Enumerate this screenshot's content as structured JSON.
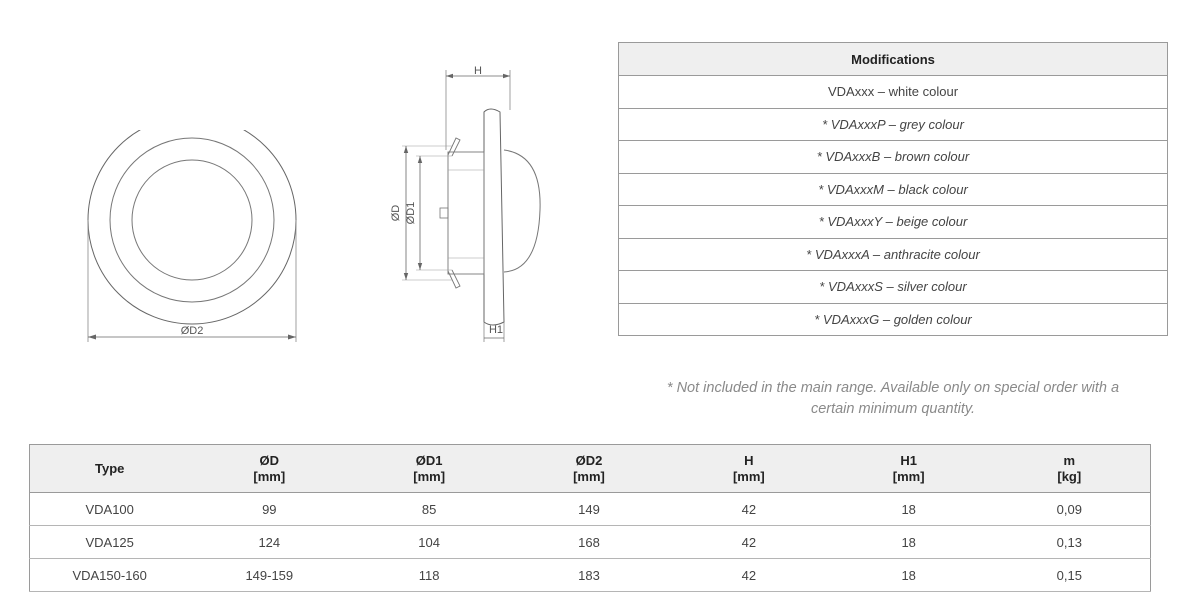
{
  "drawing_labels": {
    "d2": "ØD2",
    "d": "ØD",
    "d1": "ØD1",
    "h": "H",
    "h1": "H1"
  },
  "modifications": {
    "header": "Modifications",
    "rows": [
      {
        "text": "VDAxxx – white colour",
        "optional": false
      },
      {
        "text": "* VDAxxxP – grey colour",
        "optional": true
      },
      {
        "text": "* VDAxxxB – brown colour",
        "optional": true
      },
      {
        "text": "* VDAxxxM – black colour",
        "optional": true
      },
      {
        "text": "* VDAxxxY – beige colour",
        "optional": true
      },
      {
        "text": "* VDAxxxA – anthracite colour",
        "optional": true
      },
      {
        "text": "* VDAxxxS – silver colour",
        "optional": true
      },
      {
        "text": "* VDAxxxG – golden colour",
        "optional": true
      }
    ]
  },
  "footnote": {
    "line1": "* Not included in the main range. Available only on special order with a",
    "line2": "certain minimum quantity."
  },
  "spec_table": {
    "headers": [
      {
        "name": "Type",
        "unit": ""
      },
      {
        "name": "ØD",
        "unit": "[mm]"
      },
      {
        "name": "ØD1",
        "unit": "[mm]"
      },
      {
        "name": "ØD2",
        "unit": "[mm]"
      },
      {
        "name": "H",
        "unit": "[mm]"
      },
      {
        "name": "H1",
        "unit": "[mm]"
      },
      {
        "name": "m",
        "unit": "[kg]"
      }
    ],
    "rows": [
      [
        "VDA100",
        "99",
        "85",
        "149",
        "42",
        "18",
        "0,09"
      ],
      [
        "VDA125",
        "124",
        "104",
        "168",
        "42",
        "18",
        "0,13"
      ],
      [
        "VDA150-160",
        "149-159",
        "118",
        "183",
        "42",
        "18",
        "0,15"
      ]
    ]
  }
}
